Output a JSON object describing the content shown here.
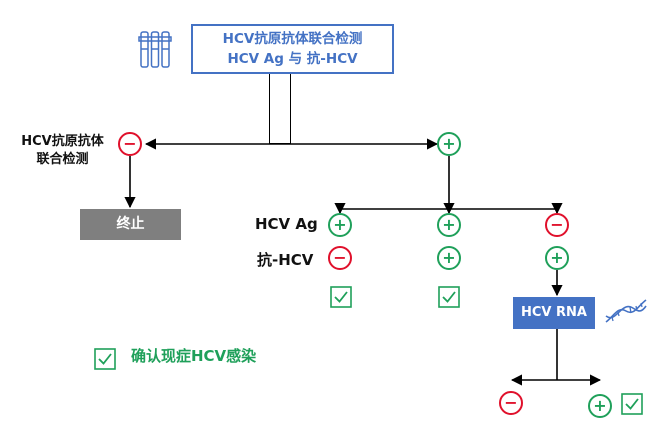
{
  "title_box": {
    "line1": "HCV抗原抗体联合检测",
    "line2": "HCV Ag 与 抗-HCV"
  },
  "test_label": {
    "line1": "HCV抗原抗体",
    "line2": "联合检测"
  },
  "stop_label": "终止",
  "row_labels": {
    "ag": "HCV Ag",
    "ab": "抗-HCV"
  },
  "signs": {
    "negative": "−",
    "positive": "+"
  },
  "rna_label": "HCV RNA",
  "legend": {
    "confirm_label": "确认现症HCV感染"
  },
  "icons": {
    "test_kit": "test-tube-rack-icon",
    "dna": "dna-icon",
    "check": "check-box-icon"
  },
  "colors": {
    "blue": "#4472c4",
    "red": "#e0102b",
    "green": "#1fa05a",
    "gray": "#7f7f7f",
    "line": "#000000"
  }
}
